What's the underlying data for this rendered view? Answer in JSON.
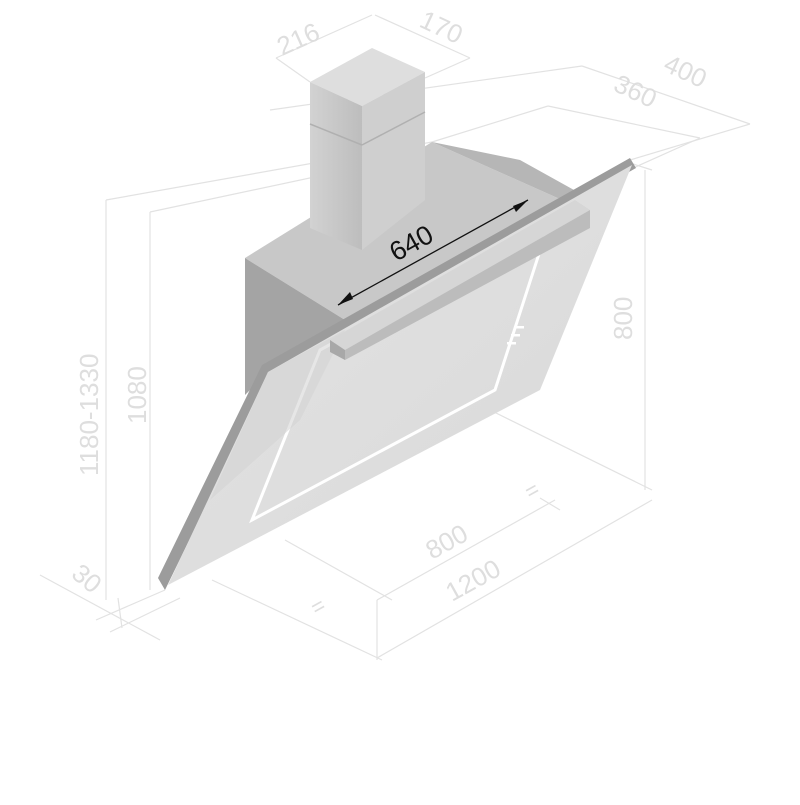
{
  "dimensions": {
    "duct_width": "216",
    "duct_depth": "170",
    "depth_inner": "360",
    "depth_outer": "400",
    "body_width": "640",
    "glass_height": "800",
    "height_range": "1180-1330",
    "height_fixed": "1080",
    "glass_thickness": "30",
    "width_inner": "800",
    "width_outer": "1200",
    "equal_left": "=",
    "equal_right": "="
  },
  "colors": {
    "background": "#ffffff",
    "duct": "#c6c6c6",
    "duct_top": "#dcdcdc",
    "body_front": "#b4b4b4",
    "body_top": "#a2a2a2",
    "glass_panel": "#dfdfdf",
    "glass_edge": "#9a9a9a",
    "handle": "#c4c4c4",
    "dimension_line": "#e2e2e2",
    "dimension_text": "#dedede",
    "highlight_dimension": "#111111"
  }
}
